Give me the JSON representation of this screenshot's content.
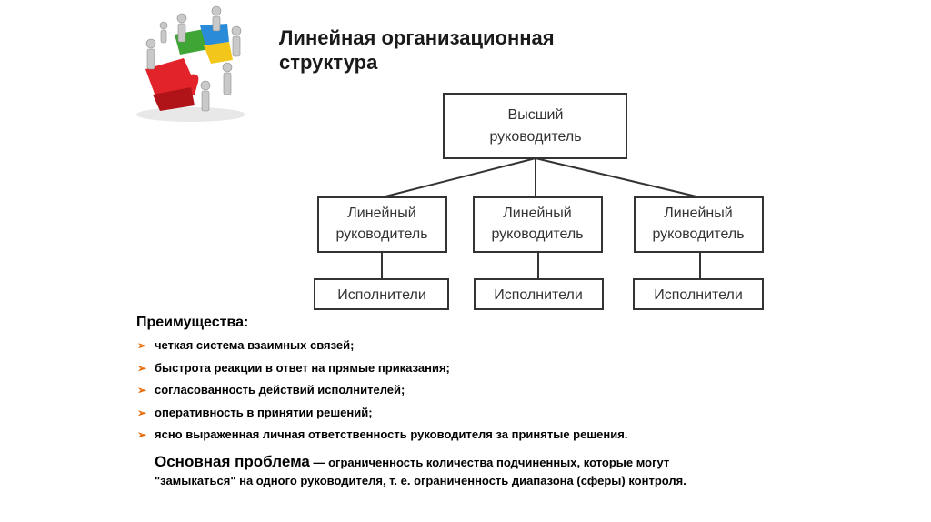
{
  "title": {
    "line1": "Линейная организационная",
    "line2": "структура"
  },
  "org_chart": {
    "top": {
      "line1": "Высший",
      "line2": "руководитель"
    },
    "managers": [
      {
        "line1": "Линейный",
        "line2": "руководитель"
      },
      {
        "line1": "Линейный",
        "line2": "руководитель"
      },
      {
        "line1": "Линейный",
        "line2": "руководитель"
      }
    ],
    "executors": [
      "Исполнители",
      "Исполнители",
      "Исполнители"
    ]
  },
  "advantages": {
    "heading": "Преимущества:",
    "items": [
      "четкая система взаимных связей;",
      "быстрота реакции в ответ на прямые приказания;",
      "согласованность действий исполнителей;",
      "оперативность в принятии решений;",
      "ясно выраженная личная ответственность руководителя за принятые решения."
    ]
  },
  "problem": {
    "label": "Основная проблема",
    "text1": " — ограниченность количества подчиненных, которые могут",
    "text2": "\"замыкаться\" на одного руководителя, т. е. ограниченность диапазона (сферы) контроля."
  },
  "colors": {
    "bullet": "#e46c0a",
    "box_border": "#333333",
    "connector": "#333333"
  }
}
